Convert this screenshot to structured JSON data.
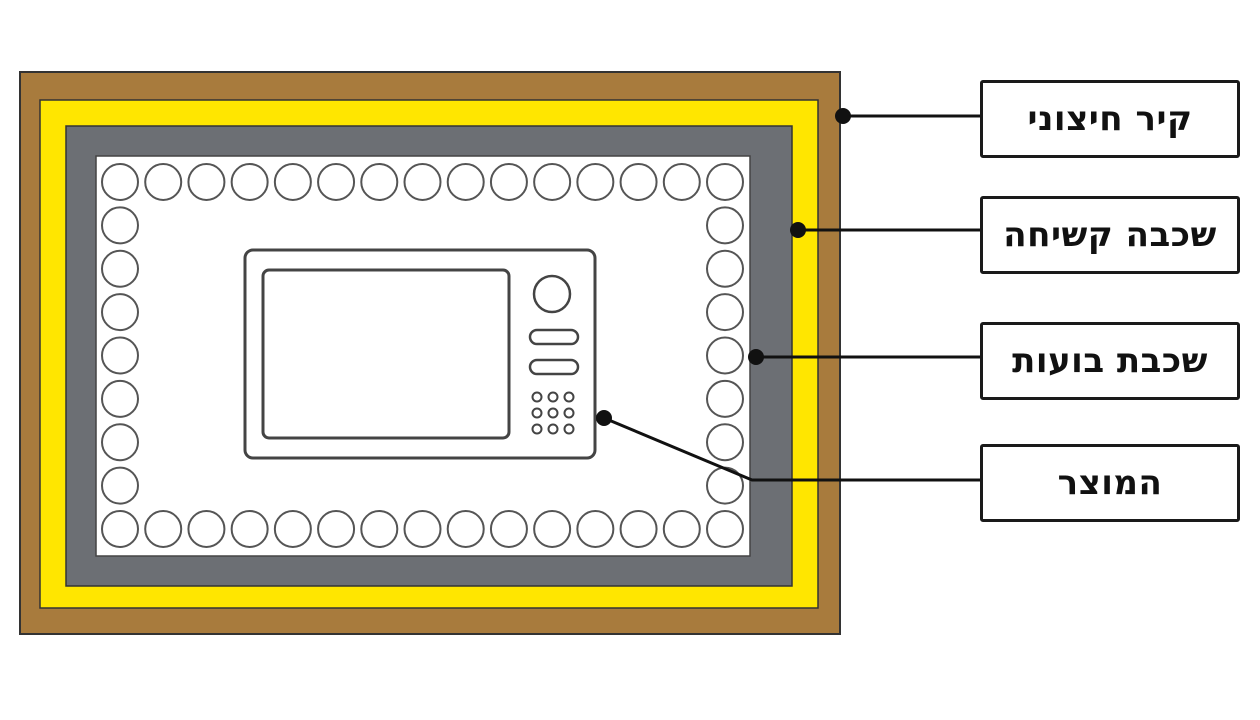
{
  "labels": {
    "outer_wall": "קיר חיצוני",
    "hard_layer": "שכבה קשיחה",
    "bubble_layer": "שכבת בועות",
    "product": "המוצר"
  },
  "colors": {
    "outer_wall": "#a87b3d",
    "hard_layer": "#ffe600",
    "bubble_layer": "#6c6f74",
    "inner_fill": "#ffffff",
    "outline": "#333333",
    "leader_line": "#111111"
  },
  "icons": {
    "product": "microwave-oven-icon",
    "bubble": "air-bubble-icon"
  }
}
